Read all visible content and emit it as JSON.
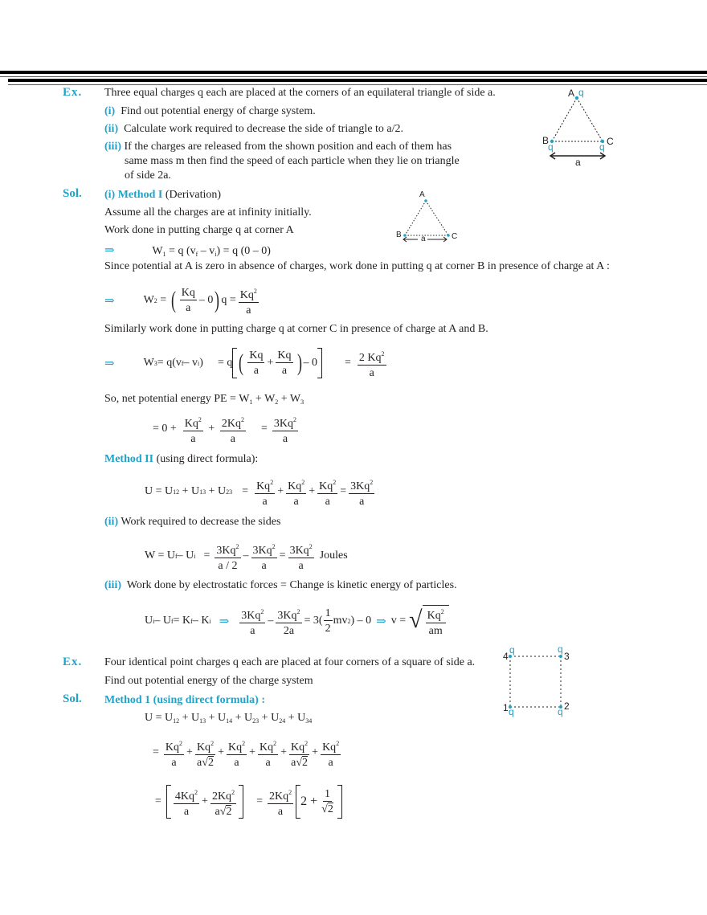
{
  "example1": {
    "label": "Ex.",
    "statement": "Three equal charges q each are placed at the corners of an equilateral triangle of side a.",
    "parts": [
      {
        "num": "(i)",
        "text": "Find out potential energy of charge system."
      },
      {
        "num": "(ii)",
        "text": "Calculate work required to decrease the side of triangle to a/2."
      },
      {
        "num": "(iii)",
        "lines": [
          "If the charges are released from the shown position and each of them has",
          "same mass m then find the speed of each particle when they lie on triangle",
          "of side 2a."
        ]
      }
    ],
    "figure": {
      "vertices": {
        "A": "A",
        "B": "B",
        "C": "C"
      },
      "charge": "q",
      "side": "a",
      "dot_color": "#1fa3c9"
    }
  },
  "solution1": {
    "label": "Sol.",
    "method1_num": "(i)",
    "method1_title": "Method I",
    "method1_sub": "(Derivation)",
    "line_assume": "Assume all the charges are at infinity initially.",
    "line_work_A": "Work done in putting charge q at corner A",
    "w1": {
      "lhs": "W",
      "sub": "1",
      "rhs": "= q (v",
      "vf": "f",
      "mid": " – v",
      "vi": "i",
      "end": ") = q (0 – 0)"
    },
    "line_since": "Since potential at A is zero in absence of charges, work done in putting q at corner B in presence of charge at A :",
    "w2": {
      "lhs": "W",
      "sub": "2",
      "frac_num": "Kq",
      "frac_den": "a",
      "minus0": "– 0",
      "q": "q =",
      "res_num": "Kq",
      "res_sup": "2",
      "res_den": "a"
    },
    "line_similarly": "Similarly work done in putting charge q at corner C in presence of charge at A and B.",
    "w3": {
      "lhs": "W",
      "sub": "3",
      "a": "= q(v",
      "vf": "f",
      "b": " – v",
      "vi": "i",
      "c": ")",
      "eqq": "= q",
      "t1n": "Kq",
      "t1d": "a",
      "t2n": "Kq",
      "t2d": "a",
      "minus0": "– 0",
      "res_num": "2 Kq",
      "res_sup": "2",
      "res_den": "a"
    },
    "line_net": "So, net potential energy PE = W",
    "net_rest": {
      "s1": "1",
      "p1": " + W",
      "s2": "2",
      "p2": " + W",
      "s3": "3"
    },
    "pe": {
      "start": "= 0 +",
      "t1n": "Kq",
      "t1d": "a",
      "t2n": "2Kq",
      "t2d": "a",
      "rn": "3Kq",
      "rd": "a",
      "sup": "2"
    },
    "method2_title": "Method II",
    "method2_sub": "(using direct formula):",
    "u": {
      "lhs": "U = U",
      "s12": "12",
      "s13": "13",
      "s23": "23",
      "den": "a",
      "num": "Kq",
      "rnum": "3Kq",
      "sup": "2"
    },
    "part2_num": "(ii)",
    "part2_text": "Work required to decrease the sides",
    "w": {
      "lhs": "W = U",
      "sf": "f",
      "mid": " – U",
      "si": "i",
      "t1n": "3Kq",
      "t1d": "a / 2",
      "t2n": "3Kq",
      "t2d": "a",
      "rn": "3Kq",
      "rd": "a",
      "unit": "Joules",
      "sup": "2"
    },
    "part3_num": "(iii)",
    "part3_text": "Work done by electrostatic forces = Change is kinetic energy of particles.",
    "ke": {
      "a": "U",
      "si": "i",
      "b": " – U",
      "sf": "f",
      "c": " = K",
      "kf": "f",
      "d": " – K",
      "ki": "i",
      "t1n": "3Kq",
      "t1d": "a",
      "t2n": "3Kq",
      "t2d": "2a",
      "eq3": "= 3(",
      "half_n": "1",
      "half_d": "2",
      "mv": "mv",
      "mvsup": "2",
      "close": ") – 0",
      "v": "v =",
      "rn": "Kq",
      "rd": "am",
      "sup": "2"
    }
  },
  "example2": {
    "label": "Ex.",
    "line1": "Four identical point charges q each are placed at four corners of a square of side a.",
    "line2": "Find out potential energy of the charge system",
    "figure": {
      "corners": [
        "1",
        "2",
        "3",
        "4"
      ],
      "charge": "q"
    }
  },
  "solution2": {
    "label": "Sol.",
    "method_title": "Method 1 (using direct formula) :",
    "sum": {
      "lhs": "U = U",
      "subs": [
        "12",
        "13",
        "14",
        "23",
        "24",
        "34"
      ]
    },
    "terms": [
      {
        "num": "Kq",
        "den": "a",
        "root": false
      },
      {
        "num": "Kq",
        "den": "a",
        "root": true
      },
      {
        "num": "Kq",
        "den": "a",
        "root": false
      },
      {
        "num": "Kq",
        "den": "a",
        "root": false
      },
      {
        "num": "Kq",
        "den": "a",
        "root": true
      },
      {
        "num": "Kq",
        "den": "a",
        "root": false
      }
    ],
    "final": {
      "t1n": "4Kq",
      "t1d": "a",
      "t2n": "2Kq",
      "t2d": "a",
      "rn": "2Kq",
      "rd": "a",
      "two": "2 +",
      "one": "1",
      "root2": "2",
      "sup": "2"
    }
  }
}
